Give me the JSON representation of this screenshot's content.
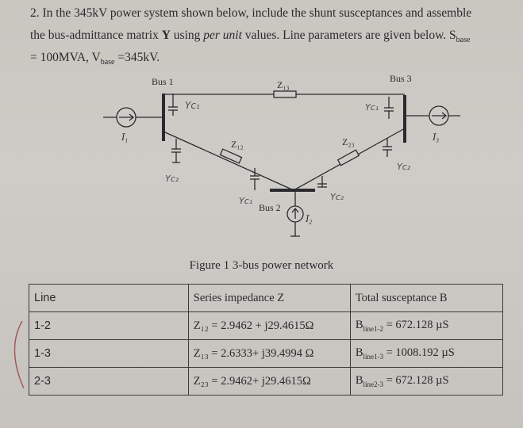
{
  "question": {
    "line1": "2. In the 345kV power system shown below, include the shunt susceptances and assemble",
    "line2_pre": "the bus-admittance matrix ",
    "line2_bold": "Y",
    "line2_mid": " using ",
    "line2_em": "per unit",
    "line2_post": " values. Line parameters are given below. S",
    "line2_sub": "base",
    "line3_pre": "= 100MVA, V",
    "line3_sub": "base",
    "line3_post": " =345kV."
  },
  "diagram": {
    "bus1_label": "Bus 1",
    "bus2_label": "Bus 2",
    "bus3_label": "Bus 3",
    "z12_label": "Z₁₂",
    "z13_label": "Z₁₃",
    "z23_label": "Z₂₃",
    "i1_label": "Ī₁",
    "i2_label": "Ī₂",
    "i3_label": "Ī₃",
    "handwritten": {
      "yc1_top": "Yc₁",
      "yc1_bottom": "Yc₂",
      "yc_bus2_left": "Yc₁",
      "yc_bus2_right": "Yc₂",
      "yc_bus3_top": "Yc₁",
      "yc_bus3_bottom": "Yc₂"
    }
  },
  "figure_caption": "Figure 1 3-bus power network",
  "table": {
    "headers": [
      "Line",
      "Series impedance Z",
      "Total susceptance B"
    ],
    "rows": [
      {
        "line": "1-2",
        "z": "Z₁₂ = 2.9462 + j29.4615Ω",
        "b_pre": "B",
        "b_sub": "line1-2",
        "b_post": " = 672.128 µS"
      },
      {
        "line": "1-3",
        "z": "Z₁₃ = 2.6333+ j39.4994 Ω",
        "b_pre": "B",
        "b_sub": "line1-3",
        "b_post": " = 1008.192 µS"
      },
      {
        "line": "2-3",
        "z": "Z₂₃ = 2.9462+ j29.4615Ω",
        "b_pre": "B",
        "b_sub": "line2-3",
        "b_post": " = 672.128 µS"
      }
    ]
  }
}
